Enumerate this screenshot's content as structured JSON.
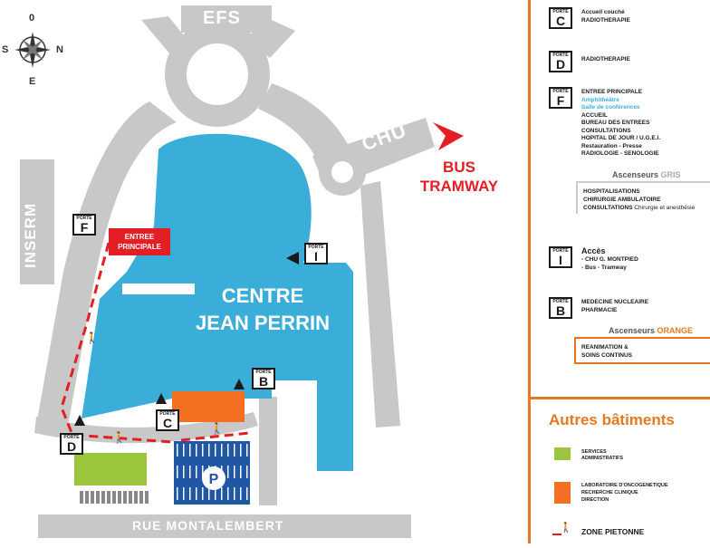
{
  "map": {
    "compass": {
      "top": "0",
      "left": "S",
      "right": "N",
      "bottom": "E"
    },
    "roads": {
      "efs": "EFS",
      "chu": "CHU",
      "inserm": "INSERM",
      "rue": "RUE MONTALEMBERT"
    },
    "bus_tramway": {
      "line1": "BUS",
      "line2": "TRAMWAY"
    },
    "building": {
      "line1": "CENTRE",
      "line2": "JEAN PERRIN"
    },
    "entree_principale": {
      "line1": "ENTREE",
      "line2": "PRINCIPALE"
    },
    "door_caption": "PORTE",
    "doors": [
      "F",
      "I",
      "B",
      "C",
      "D"
    ],
    "parking": "P"
  },
  "legend": {
    "door_c": {
      "letter": "C",
      "lines": [
        "Accueil couché",
        "RADIOTHERAPIE"
      ]
    },
    "door_d": {
      "letter": "D",
      "lines": [
        "RADIOTHERAPIE"
      ]
    },
    "door_f": {
      "letter": "F",
      "lines_top": [
        "ENTREE PRINCIPALE"
      ],
      "lines_blue": [
        "Amphithéâtre",
        "Salle de conférences"
      ],
      "lines_rest": [
        "ACCUEIL",
        "BUREAU DES ENTREES",
        "CONSULTATIONS",
        "HOPITAL DE JOUR / U.G.E.I.",
        "Restauration - Presse",
        "RADIOLOGIE - SENOLOGIE"
      ]
    },
    "ascenseurs_gris": {
      "prefix": "Ascenseurs",
      "color_word": "GRIS",
      "lines": [
        "HOSPITALISATIONS",
        "CHIRURGIE AMBULATOIRE"
      ],
      "consult_bold": "CONSULTATIONS",
      "consult_rest": "Chirurgie et anesthésie"
    },
    "door_i": {
      "letter": "I",
      "title": "Accès",
      "lines": [
        "- CHU G. MONTPIED",
        "- Bus - Tramway"
      ]
    },
    "door_b": {
      "letter": "B",
      "lines": [
        "MEDECINE NUCLEAIRE",
        "PHARMACIE"
      ]
    },
    "ascenseurs_orange": {
      "prefix": "Ascenseurs",
      "color_word": "ORANGE",
      "lines": [
        "REANIMATION &",
        "SOINS CONTINUS"
      ]
    },
    "autres": {
      "title": "Autres bâtiments",
      "items": [
        {
          "color": "#9bc53d",
          "lines": [
            "SERVICES",
            "ADMINISTRATIFS"
          ]
        },
        {
          "color": "#f36f21",
          "lines": [
            "LABORATOIRE D'ONCOGENETIQUE",
            "RECHERCHE CLINIQUE",
            "DIRECTION"
          ]
        }
      ],
      "pedestrian": "ZONE PIETONNE"
    }
  },
  "colors": {
    "building": "#3aaed8",
    "road": "#c8c8c8",
    "accent_red": "#e31e24",
    "accent_orange": "#e87722",
    "admin_green": "#9bc53d",
    "lab_orange": "#f36f21",
    "parking_blue": "#1f57a4"
  }
}
